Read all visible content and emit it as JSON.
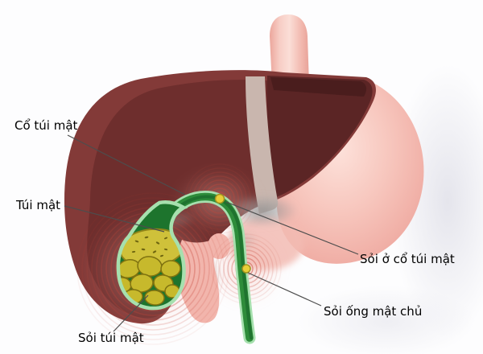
{
  "labels": {
    "gallbladder_neck": {
      "text": "Cổ túi mật"
    },
    "gallbladder": {
      "text": "Túi mật"
    },
    "gallbladder_stones": {
      "text": "Sỏi túi mật"
    },
    "neck_stones": {
      "text": "Sỏi ở cổ túi mật"
    },
    "common_bile_duct_stones": {
      "text": "Sỏi ống mật chủ"
    }
  },
  "colors": {
    "liver": "#833a38",
    "liver_shadow": "#6e2e2d",
    "liver_left_lobe": "#5b2525",
    "liver_top_band": "#461c1c",
    "falciform_ligament": "#c9b6ae",
    "stomach": "#f6bfb6",
    "esophagus": "#f5c3ba",
    "duodenum": "#f2b5ac",
    "bile_duct": "#2e8c3a",
    "bile_duct_core": "#1b6b2c",
    "bile_duct_outline": "#a6e0ae",
    "gallbladder_bile": "#1d742d",
    "gallstone": "#c7b92c",
    "gallstone_large": "#cfc13a",
    "gallstone_outline": "#7f7210",
    "alert_rings": "#c8473a",
    "leader_line": "#4d4d4d",
    "label_text": "#000000"
  }
}
